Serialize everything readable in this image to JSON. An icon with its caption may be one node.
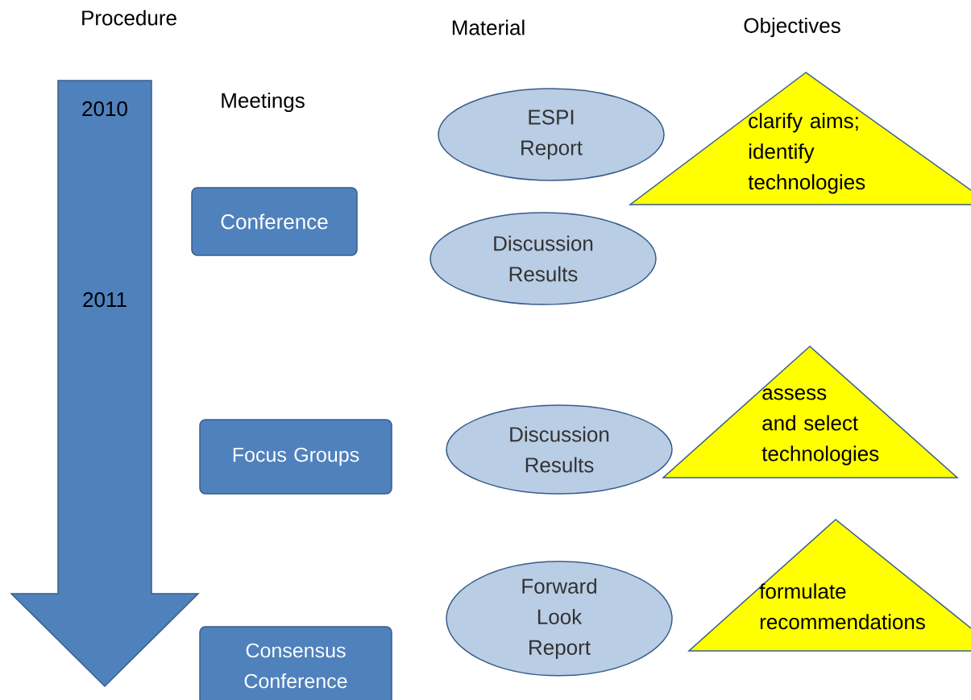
{
  "diagram": {
    "nodes": [
      {
        "text": [
          "2010",
          "2011"
        ]
      },
      {
        "text": [
          "Conference"
        ]
      },
      {
        "text": [
          "Focus Groups"
        ]
      },
      {
        "text": [
          "Consensus Conference"
        ]
      },
      {
        "text": [
          "ESPI Report"
        ]
      },
      {
        "text": [
          "Discussion Results"
        ]
      },
      {
        "text": [
          "Discussion Results"
        ]
      },
      {
        "text": [
          "Forward Look Report"
        ]
      },
      {
        "text": [
          "clarify aims; identify technologies"
        ]
      },
      {
        "text": [
          "assess and select technologies"
        ]
      },
      {
        "text": [
          "formulate recommendations"
        ]
      }
    ],
    "labels": [
      "Procedure",
      "Material",
      "Objectives",
      "Meetings"
    ]
  }
}
